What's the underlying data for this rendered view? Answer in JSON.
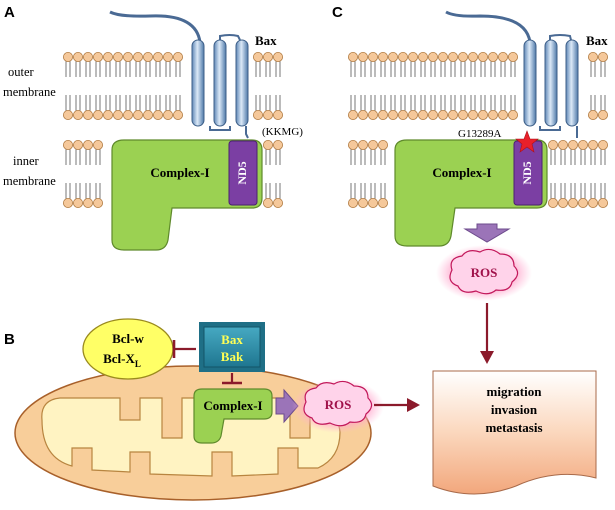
{
  "panels": {
    "a": {
      "letter": "A"
    },
    "b": {
      "letter": "B"
    },
    "c": {
      "letter": "C"
    }
  },
  "labels": {
    "outer_membrane_line1": "outer",
    "outer_membrane_line2": "membrane",
    "inner_membrane_line1": "inner",
    "inner_membrane_line2": "membrane",
    "bax": "Bax",
    "kkmg": "(KKMG)",
    "complex_i": "Complex-I",
    "nd5": "ND5",
    "mutation": "G13289A",
    "ros": "ROS",
    "bcl_w": "Bcl-w",
    "bcl_xl_base": "Bcl-X",
    "bcl_xl_sub": "L",
    "bax_b": "Bax",
    "bak_b": "Bak",
    "outcome_line1": "migration",
    "outcome_line2": "invasion",
    "outcome_line3": "metastasis"
  },
  "colors": {
    "lipid_head": "#f5c89a",
    "lipid_stroke": "#b07a40",
    "complex_green": "#9bd152",
    "nd5_purple": "#7b3fa3",
    "helix_blue": "#a9c8e8",
    "loop_blue": "#4a6a94",
    "ros_pink": "#ffc8e4",
    "arrow_red": "#8b1a2b",
    "mito_orange": "#f8ce9a",
    "bcl_yellow": "#ffff66",
    "baxbak_teal": "#2e8ba6",
    "star_red": "#e8202a"
  }
}
